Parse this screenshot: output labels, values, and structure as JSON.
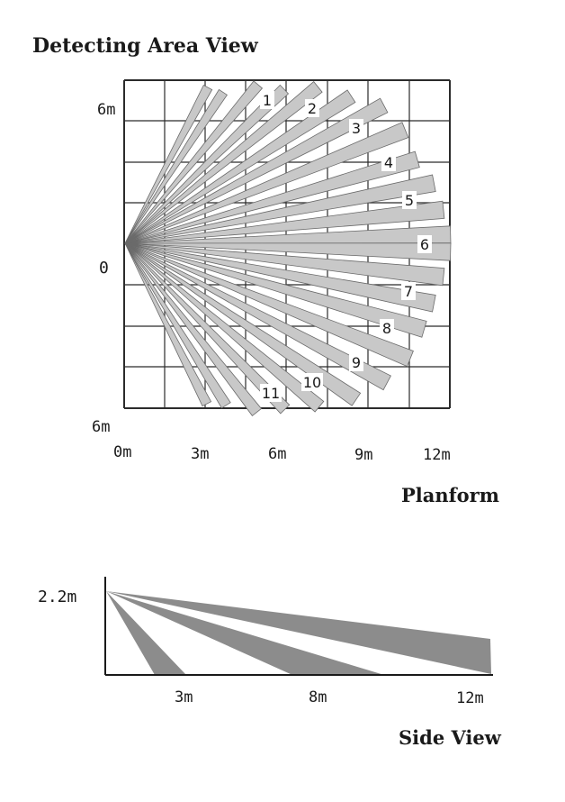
{
  "title": "Detecting Area View",
  "planform": {
    "caption": "Planform",
    "y_labels": {
      "top": "6m",
      "middle": "0",
      "bottom": "6m"
    },
    "x_labels": [
      "0m",
      "3m",
      "6m",
      "9m",
      "12m"
    ],
    "zones": [
      "1",
      "2",
      "3",
      "4",
      "5",
      "6",
      "7",
      "8",
      "9",
      "10",
      "11"
    ]
  },
  "side": {
    "caption": "Side View",
    "height_label": "2.2m",
    "x_labels": [
      "3m",
      "8m",
      "12m"
    ]
  },
  "colors": {
    "beam": "#c8c8c8",
    "beam_dark": "#8c8c8c",
    "line": "#1a1a1a",
    "grid": "#2b2b2b"
  }
}
